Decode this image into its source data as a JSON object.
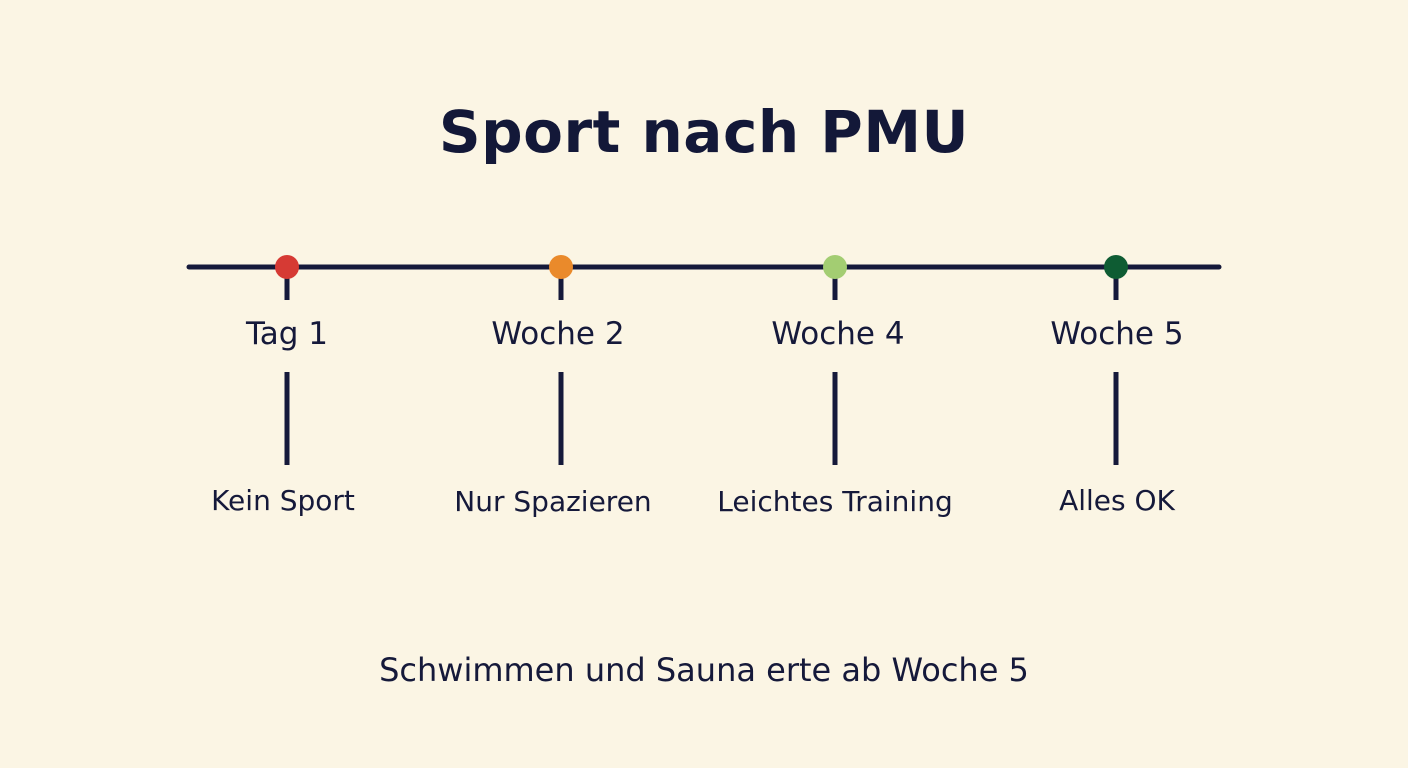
{
  "title": "Sport nach PMU",
  "milestones": [
    {
      "label": "Tag 1",
      "description": "Kein Sport",
      "color": "#d63a34"
    },
    {
      "label": "Woche 2",
      "description": "Nur Spazieren",
      "color": "#ea8a2b"
    },
    {
      "label": "Woche 4",
      "description": "Leichtes Training",
      "color": "#a3cd72"
    },
    {
      "label": "Woche 5",
      "description": "Alles OK",
      "color": "#0e5c33"
    }
  ],
  "footnote": "Schwimmen und Sauna erte ab Woche 5",
  "colors": {
    "background": "#fbf5e4",
    "line": "#15193a"
  }
}
